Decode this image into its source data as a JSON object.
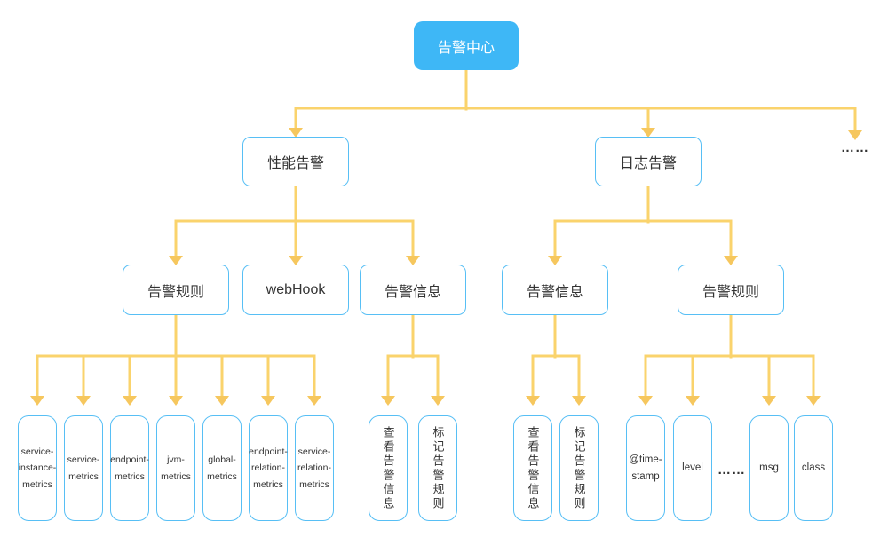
{
  "diagram_type": "flowchart",
  "colors": {
    "root_fill_blue": "#3EB7F6",
    "node_border_blue": "#57BFF5",
    "connector_yellow": "#FAD36C",
    "arrow_yellow": "#F6C75E",
    "text_dark": "#333333",
    "root_text": "#FFFFFF"
  },
  "nodes": {
    "root": "告警中心",
    "performance": "性能告警",
    "log": "日志告警",
    "branch_ellipsis": "……",
    "perf_rule": "告警规则",
    "perf_webhook": "webHook",
    "perf_info": "告警信息",
    "log_info": "告警信息",
    "log_rule": "告警规则",
    "metrics": [
      "service-instance-metrics",
      "service-metrics",
      "endpoint-metrics",
      "jvm-metrics",
      "global-metrics",
      "endpoint-relation-metrics",
      "service-relation-metrics"
    ],
    "perf_info_actions": [
      "查看告警信息",
      "标记告警规则"
    ],
    "log_info_actions": [
      "查看告警信息",
      "标记告警规则"
    ],
    "log_fields": [
      "@time-stamp",
      "level",
      "msg",
      "class"
    ],
    "log_fields_ellipsis": "……"
  }
}
